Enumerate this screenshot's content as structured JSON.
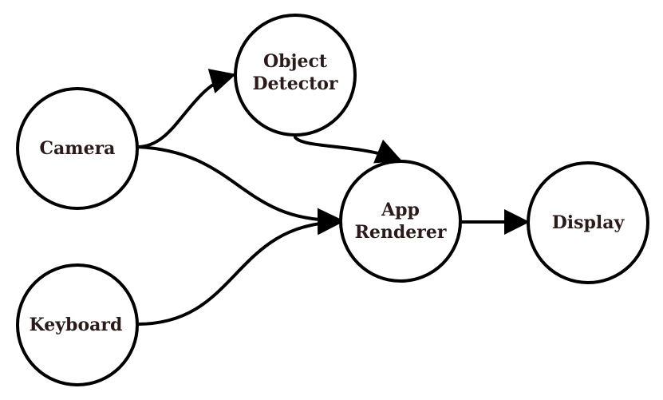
{
  "diagram": {
    "nodes": [
      {
        "id": "camera",
        "lines": [
          "Camera"
        ]
      },
      {
        "id": "object-detector",
        "lines": [
          "Object",
          "Detector"
        ]
      },
      {
        "id": "app-renderer",
        "lines": [
          "App",
          "Renderer"
        ]
      },
      {
        "id": "display",
        "lines": [
          "Display"
        ]
      },
      {
        "id": "keyboard",
        "lines": [
          "Keyboard"
        ]
      }
    ],
    "edges": [
      {
        "from": "camera",
        "to": "object-detector"
      },
      {
        "from": "camera",
        "to": "app-renderer"
      },
      {
        "from": "object-detector",
        "to": "app-renderer"
      },
      {
        "from": "keyboard",
        "to": "app-renderer"
      },
      {
        "from": "app-renderer",
        "to": "display"
      }
    ],
    "colors": {
      "stroke": "#000000",
      "node_fill": "#ffffff",
      "label": "#2a1a1a"
    }
  }
}
